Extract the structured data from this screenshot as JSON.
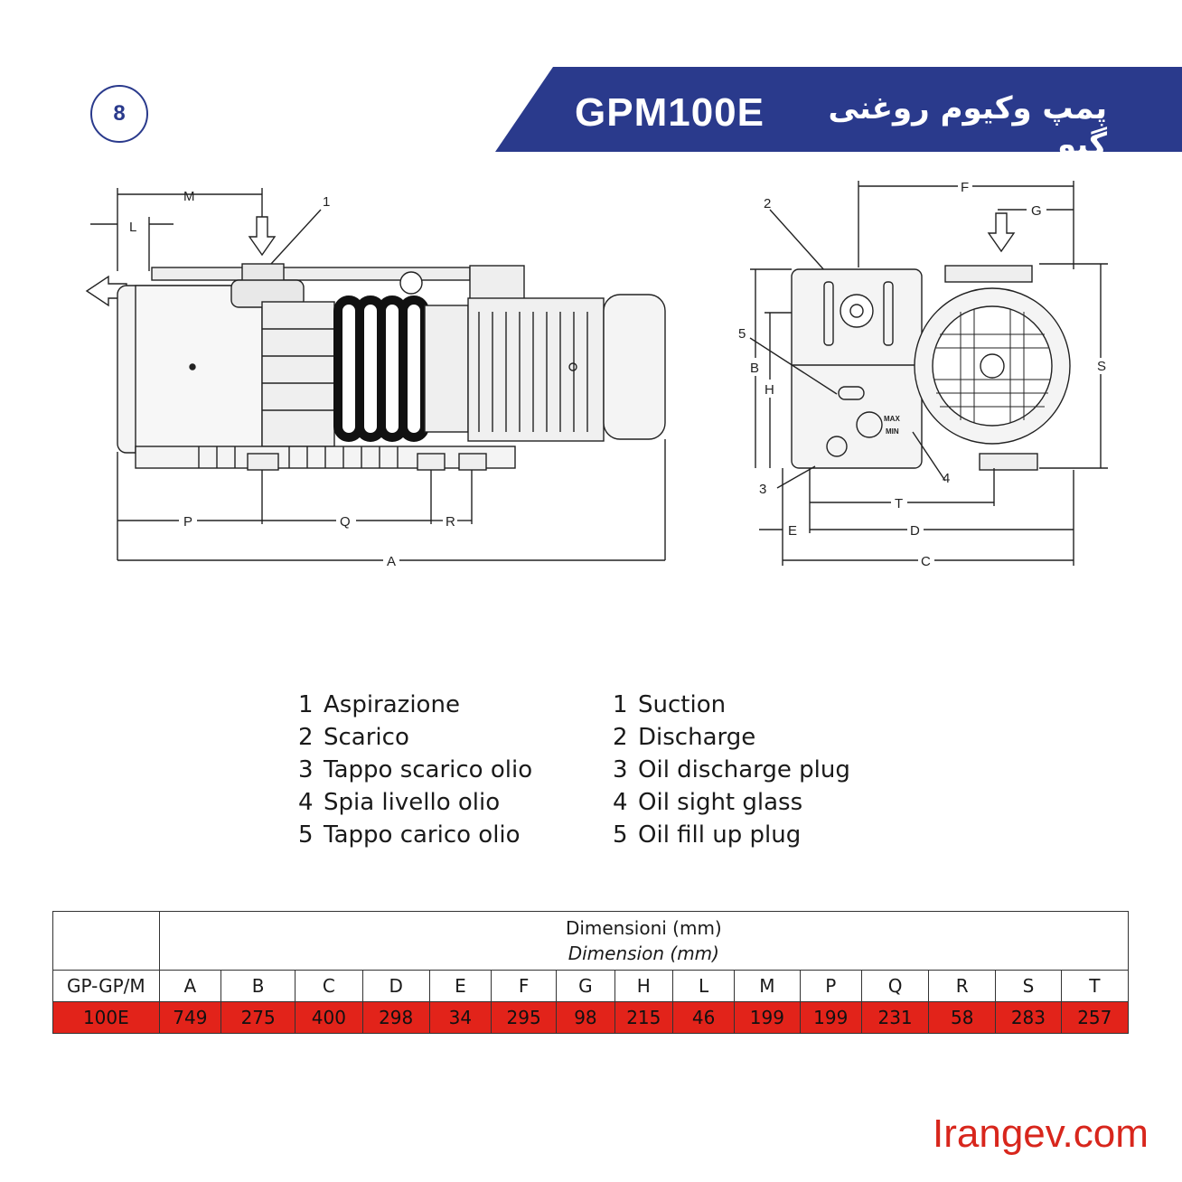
{
  "page_number": "8",
  "header": {
    "model": "GPM100E",
    "title_fa": "پمپ وکیوم روغنی گیو",
    "banner_color": "#2a3a8c"
  },
  "drawing_labels": {
    "side": [
      "M",
      "L",
      "1",
      "P",
      "Q",
      "R",
      "A"
    ],
    "front": [
      "F",
      "G",
      "2",
      "5",
      "B",
      "H",
      "S",
      "3",
      "4",
      "T",
      "E",
      "D",
      "C",
      "MAX",
      "MIN"
    ]
  },
  "legend_it": [
    {
      "num": "1",
      "text": "Aspirazione"
    },
    {
      "num": "2",
      "text": "Scarico"
    },
    {
      "num": "3",
      "text": "Tappo scarico olio"
    },
    {
      "num": "4",
      "text": "Spia livello olio"
    },
    {
      "num": "5",
      "text": "Tappo carico olio"
    }
  ],
  "legend_en": [
    {
      "num": "1",
      "text": "Suction"
    },
    {
      "num": "2",
      "text": "Discharge"
    },
    {
      "num": "3",
      "text": "Oil discharge plug"
    },
    {
      "num": "4",
      "text": "Oil sight glass"
    },
    {
      "num": "5",
      "text": "Oil fill up plug"
    }
  ],
  "table": {
    "title_it": "Dimensioni (mm)",
    "title_en": "Dimension (mm)",
    "row_header": "GP-GP/M",
    "columns": [
      "A",
      "B",
      "C",
      "D",
      "E",
      "F",
      "G",
      "H",
      "L",
      "M",
      "P",
      "Q",
      "R",
      "S",
      "T"
    ],
    "row_label": "100E",
    "values": [
      "749",
      "275",
      "400",
      "298",
      "34",
      "295",
      "98",
      "215",
      "46",
      "199",
      "199",
      "231",
      "58",
      "283",
      "257"
    ],
    "row_color": "#e2231a"
  },
  "website": "Irangev.com"
}
